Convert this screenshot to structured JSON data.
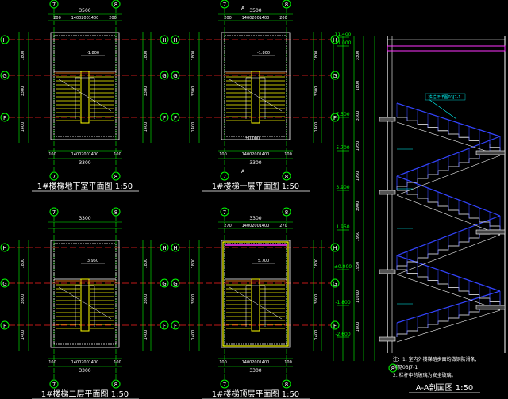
{
  "plans": [
    {
      "title": "1#楼梯地下室平面图 1:50",
      "axes": {
        "left": "7",
        "right": "8"
      },
      "rows": [
        "H",
        "G",
        "F"
      ],
      "top_dims": {
        "total": "3500",
        "parts": [
          "200",
          "1400",
          "200",
          "1400",
          "200"
        ]
      },
      "bottom_dims": {
        "total": "3300",
        "parts": [
          "100",
          "1400",
          "200",
          "1400",
          "100"
        ]
      },
      "level": "-1.800"
    },
    {
      "title": "1#楼梯一层平面图 1:50",
      "axes": {
        "left": "7",
        "right": "8"
      },
      "rows": [
        "H",
        "G",
        "F"
      ],
      "top_dims": {
        "total": "3500",
        "parts": [
          "200",
          "1400",
          "200",
          "1400",
          "200"
        ]
      },
      "bottom_dims": {
        "total": "3300",
        "parts": [
          "100",
          "1400",
          "200",
          "1400",
          "100"
        ]
      },
      "level": "-1.800",
      "level2": "±0.000",
      "section_mark": "A"
    },
    {
      "title": "1#楼梯二层平面图 1:50",
      "axes": {
        "left": "7",
        "right": "8"
      },
      "rows": [
        "H",
        "G",
        "F"
      ],
      "top_dims": {
        "total": "3300"
      },
      "bottom_dims": {
        "total": "3300",
        "parts": [
          "100",
          "1400",
          "200",
          "1400",
          "100"
        ]
      },
      "level": "3.950"
    },
    {
      "title": "1#楼梯顶层平面图 1:50",
      "axes": {
        "left": "7",
        "right": "8"
      },
      "rows": [
        "H",
        "G",
        "F"
      ],
      "top_dims": {
        "total": "3300",
        "parts": [
          "270",
          "1400",
          "200",
          "1400",
          "270"
        ]
      },
      "bottom_dims": {
        "total": "3300",
        "parts": [
          "100",
          "1400",
          "200",
          "1400",
          "100"
        ]
      },
      "level": "5.700"
    }
  ],
  "section": {
    "title": "A-A剖面图 1:50",
    "levels": [
      "11.400",
      "11.000",
      "7.500",
      "5.700",
      "3.900",
      "1.950",
      "±0.000",
      "-1.800",
      "-2.600"
    ],
    "callout": "铁栏杆详图03J7-1",
    "notes": [
      "注：1. 室内外楼梯踏步面均做铜防滑条,",
      "详见03J7-1",
      "2. 栏杆中的玻璃为安全玻璃。"
    ],
    "bottom_axis": "8",
    "dims": [
      "3300",
      "1800",
      "3300",
      "1950",
      "1950",
      "3900",
      "1950",
      "1950",
      "11000",
      "1800"
    ]
  }
}
